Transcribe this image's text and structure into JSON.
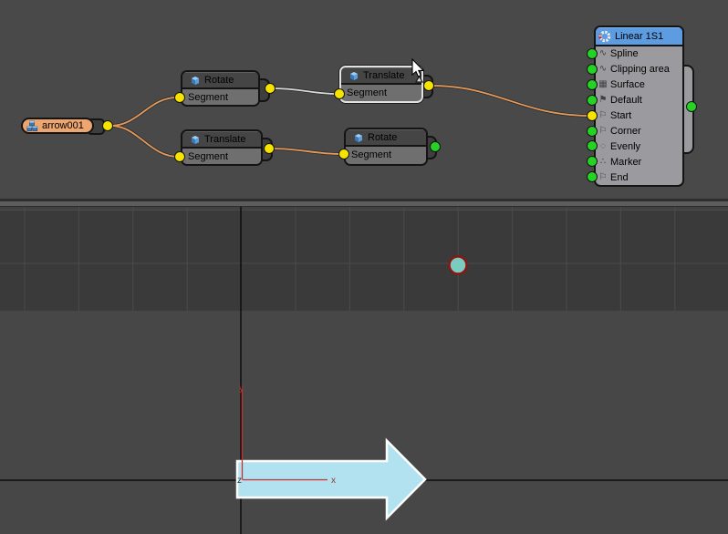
{
  "node_editor": {
    "background_color": "#494949",
    "wire_color": "#e2995b",
    "wire_highlight_color": "#d9d9d9",
    "theme": {
      "node_header_color": "#454545",
      "node_row_color": "#6f6f6f",
      "selected_border_color": "#e2e2e2",
      "port_connected_color": "#f6e400",
      "port_free_color": "#24d324"
    },
    "nodes": {
      "source": {
        "label": "arrow001",
        "icon": "cubes-icon",
        "body_color": "#eda66f",
        "output_port_color": "#f6e400"
      },
      "rotate_top": {
        "title": "Rotate",
        "row": "Segment",
        "icon": "cube-icon",
        "input_port_color": "#f6e400",
        "output_port_color": "#f6e400"
      },
      "translate_selected": {
        "title": "Translate",
        "row": "Segment",
        "icon": "cube-icon",
        "selected": true,
        "input_port_color": "#f6e400",
        "output_port_color": "#f6e400"
      },
      "translate_bottom": {
        "title": "Translate",
        "row": "Segment",
        "icon": "cube-icon",
        "input_port_color": "#f6e400",
        "output_port_color": "#f6e400"
      },
      "rotate_bottom": {
        "title": "Rotate",
        "row": "Segment",
        "icon": "cube-icon",
        "input_port_color": "#f6e400",
        "output_port_color": "#24d324"
      },
      "linear": {
        "title": "Linear 1S1",
        "icon": "segmented-ring-icon",
        "header_color": "#5d9ce0",
        "body_color": "#9b9b9f",
        "output_port_color": "#24d324",
        "rows": [
          {
            "label": "Spline",
            "icon": "spline-icon",
            "port_color": "#24d324"
          },
          {
            "label": "Clipping area",
            "icon": "spline-icon",
            "port_color": "#24d324"
          },
          {
            "label": "Surface",
            "icon": "surface-icon",
            "port_color": "#24d324"
          },
          {
            "label": "Default",
            "icon": "flag-filled-icon",
            "port_color": "#24d324"
          },
          {
            "label": "Start",
            "icon": "flag-icon",
            "port_color": "#f6e400"
          },
          {
            "label": "Corner",
            "icon": "corner-flag-icon",
            "port_color": "#24d324"
          },
          {
            "label": "Evenly",
            "icon": "evenly-icon",
            "port_color": "#24d324"
          },
          {
            "label": "Marker",
            "icon": "marker-icon",
            "port_color": "#24d324"
          },
          {
            "label": "End",
            "icon": "end-flag-icon",
            "port_color": "#24d324"
          }
        ]
      }
    }
  },
  "viewport": {
    "grid_background_color": "#3a3a3a",
    "grid_top_strip_color": "#414141",
    "floor_background_color": "#474747",
    "grid_line_color": "#4b4b4b",
    "axis_line_color": "#0d0d0d",
    "gizmo_color": "#c23030",
    "axis_labels": {
      "x": "x",
      "y": "y",
      "z": "z"
    },
    "axis_label_colors": {
      "x": "#8a4040",
      "y": "#c23030",
      "z": "#3a3a3a"
    },
    "object": {
      "name": "arrow spline object",
      "fill": "#b2e2ef",
      "outline": "#ffffff"
    },
    "point": {
      "name": "spline point",
      "fill": "#7accc0",
      "outline": "#8c1510"
    }
  }
}
